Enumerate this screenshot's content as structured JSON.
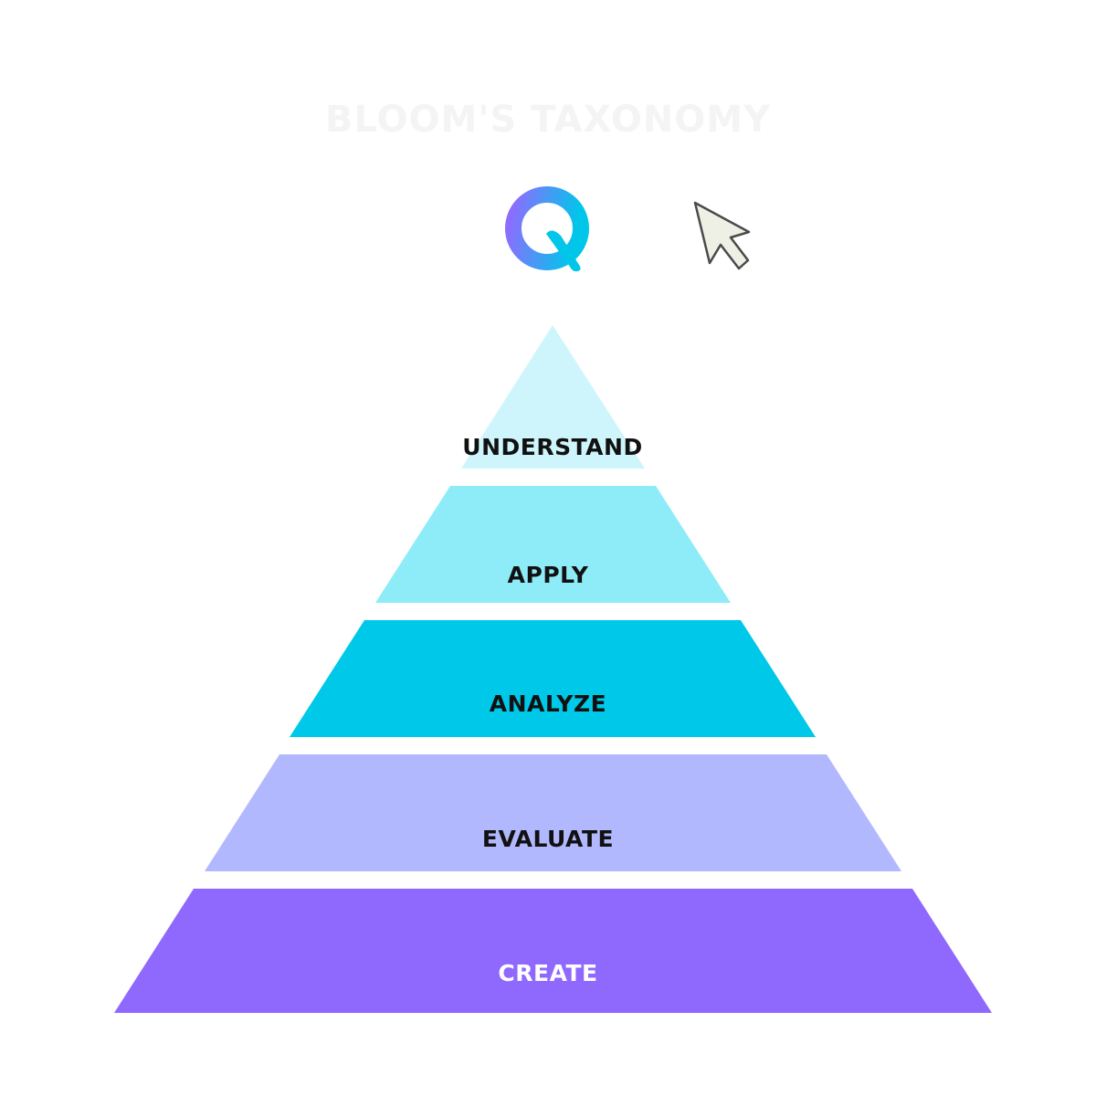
{
  "header": {
    "title": "BLOOM'S TAXONOMY"
  },
  "logo": {
    "icon": "q-logo-icon",
    "gradient": [
      "#8f6bff",
      "#00c6ea"
    ]
  },
  "cursor": {
    "icon": "arrow-cursor-icon"
  },
  "pyramid": {
    "tiers": [
      {
        "label": "UNDERSTAND",
        "color": "#cef5fb",
        "text_color": "#111111"
      },
      {
        "label": "APPLY",
        "color": "#8eecf8",
        "text_color": "#111111"
      },
      {
        "label": "ANALYZE",
        "color": "#00c8e8",
        "text_color": "#111111"
      },
      {
        "label": "EVALUATE",
        "color": "#b2b8fe",
        "text_color": "#111111"
      },
      {
        "label": "CREATE",
        "color": "#8f69fd",
        "text_color": "#ffffff"
      }
    ]
  }
}
